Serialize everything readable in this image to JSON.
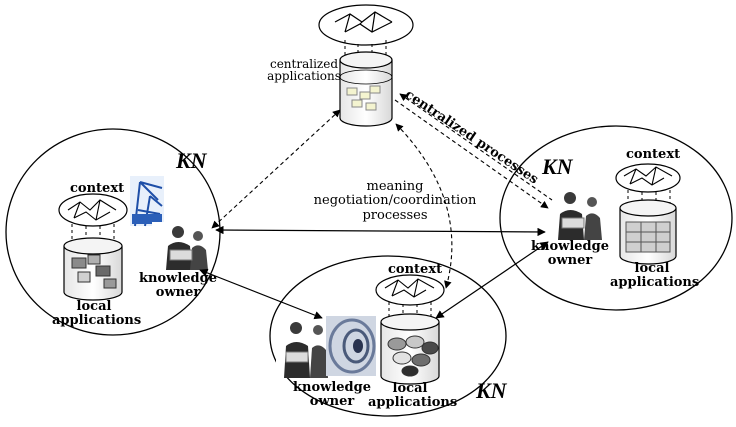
{
  "labels": {
    "centralized_applications_line1": "centralized",
    "centralized_applications_line2": "applications",
    "centralized_processes": "centralized processes",
    "meaning_line1": "meaning",
    "meaning_line2": "negotiation/coordination",
    "meaning_line3": "processes",
    "kn": "KN",
    "context": "context",
    "knowledge": "knowledge",
    "owner": "owner",
    "local": "local",
    "applications": "applications"
  }
}
